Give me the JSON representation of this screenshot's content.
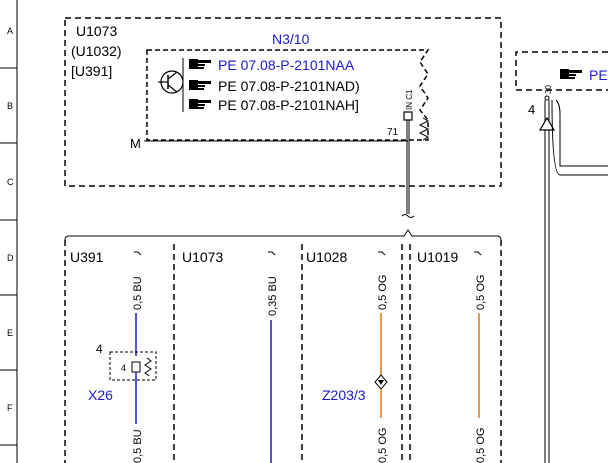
{
  "rows": [
    "A",
    "B",
    "C",
    "D",
    "E",
    "F"
  ],
  "colors": {
    "wire_blue": "#1a1acc",
    "wire_orange": "#e07a10",
    "text_blue": "#1a1acc",
    "line": "#000000"
  },
  "control_unit": {
    "codes": [
      "U1073",
      "(U1032)",
      "[U391]"
    ],
    "name": "N3/10",
    "refs": [
      {
        "icon": "pointing-hand-icon",
        "text": "PE 07.08-P-2101NAA",
        "color": "blue"
      },
      {
        "icon": "pointing-hand-icon",
        "text": "PE 07.08-P-2101NAD)",
        "color": "black"
      },
      {
        "icon": "pointing-hand-icon",
        "text": "PE 07.08-P-2101NAH]",
        "color": "black"
      }
    ],
    "ground_label": "M",
    "pin_label": "71",
    "connector_label": "IN C1"
  },
  "right_unit": {
    "ref_text": "PE",
    "pin_label": "30",
    "wire_number": "4"
  },
  "sections": [
    {
      "code": "U391",
      "wire_top": "0,5 BU",
      "wire_bottom": "0,5 BU",
      "component": "X26",
      "component_pin": "4",
      "component_pin_inner": "4"
    },
    {
      "code": "U1073",
      "wire_top": "0,35 BU"
    },
    {
      "code": "U1028",
      "wire_top": "0,5 OG",
      "wire_bottom": "0,5 OG",
      "component": "Z203/3"
    },
    {
      "code": "U1019",
      "wire_top": "0,5 OG",
      "wire_bottom": "0,5 OG"
    }
  ]
}
